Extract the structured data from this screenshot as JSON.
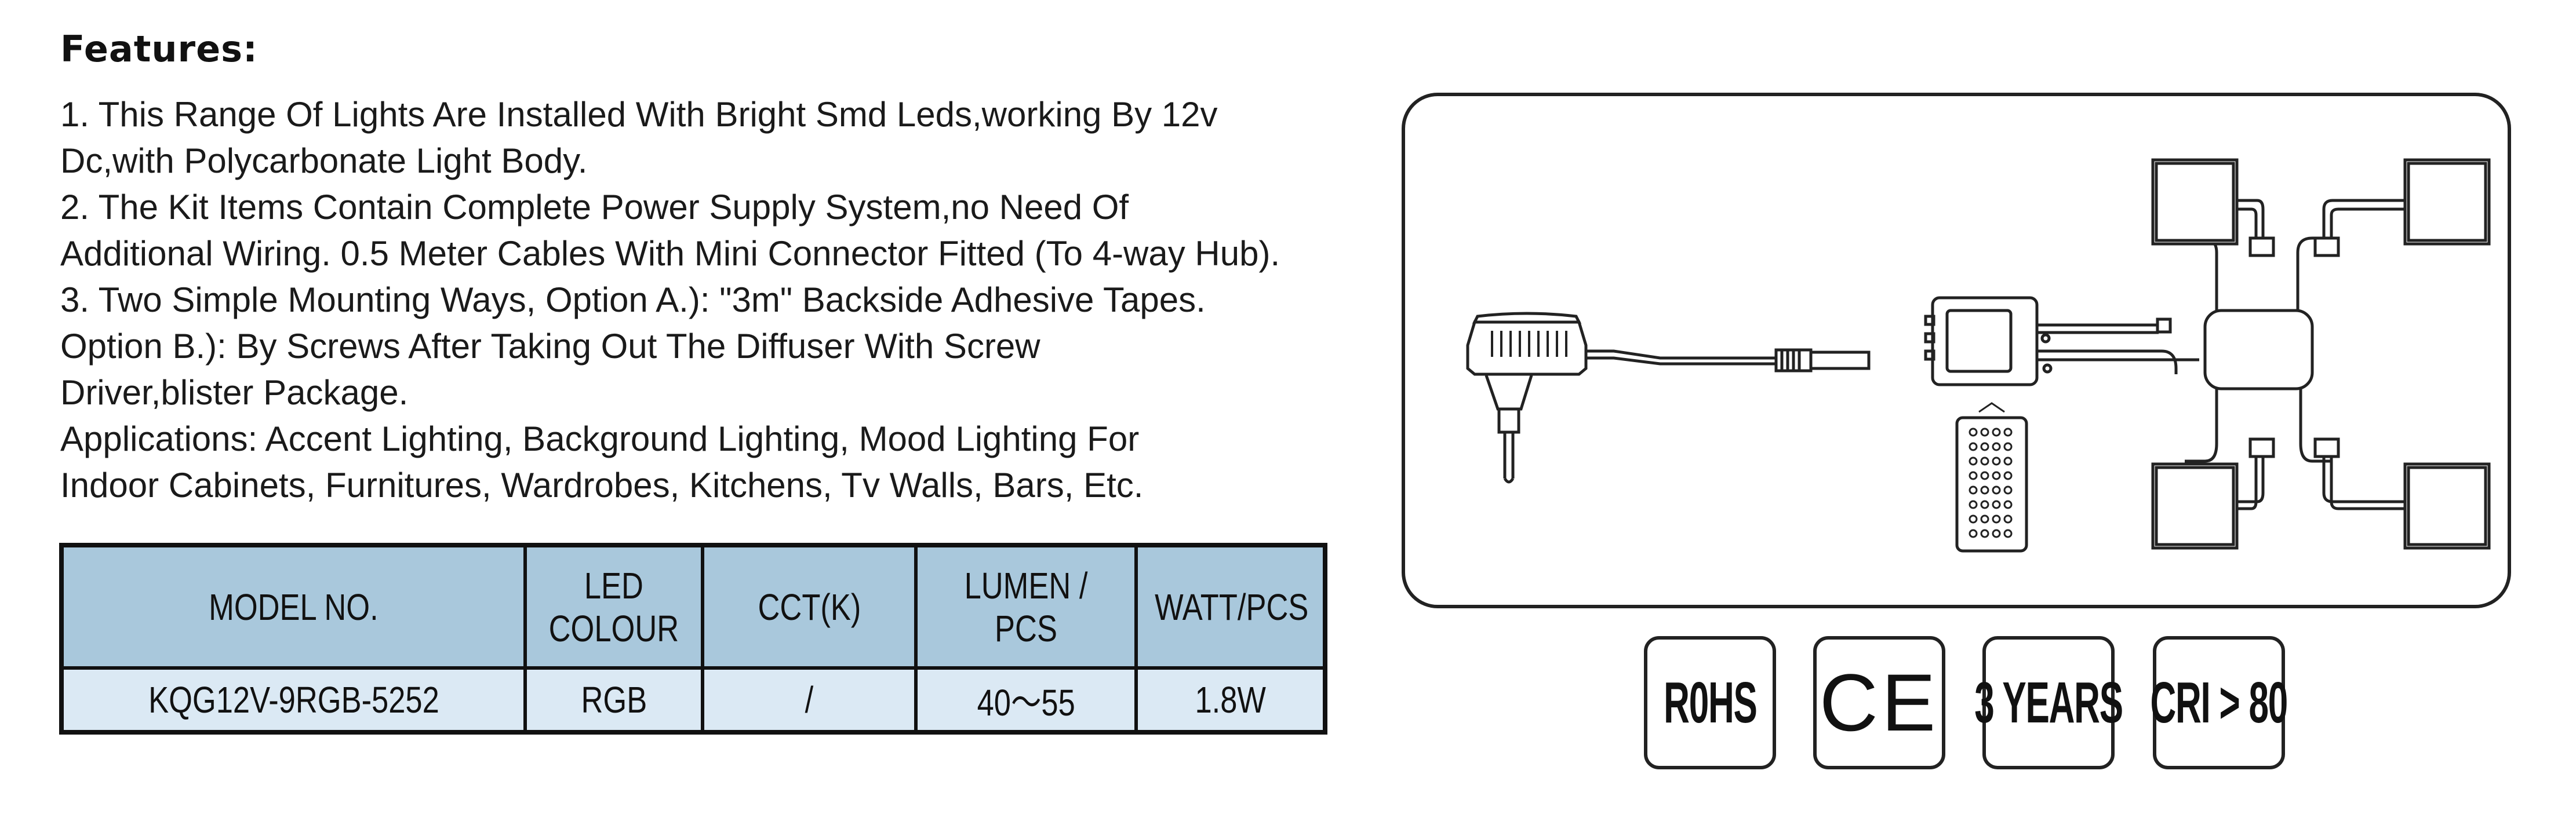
{
  "features": {
    "title": "Features:",
    "lines": [
      "1. This Range Of Lights Are Installed With Bright  Smd Leds,working By 12v",
      "Dc,with  Polycarbonate Light Body.",
      "2. The Kit Items Contain Complete Power Supply System,no Need Of",
      "Additional Wiring. 0.5 Meter Cables With Mini Connector Fitted (To 4-way Hub).",
      "3. Two Simple Mounting Ways, Option A.):   \"3m\" Backside Adhesive Tapes.",
      "Option B.):  By Screws After Taking Out The Diffuser With Screw",
      "Driver,blister Package.",
      "Applications: Accent Lighting, Background Lighting, Mood Lighting For",
      "Indoor Cabinets, Furnitures,  Wardrobes, Kitchens, Tv Walls, Bars, Etc."
    ]
  },
  "spec_table": {
    "headers": {
      "model": "MODEL NO.",
      "led_colour_line1": "LED",
      "led_colour_line2": "COLOUR",
      "cct": "CCT(K)",
      "lumen": "LUMEN / PCS",
      "watt": "WATT/PCS"
    },
    "row": {
      "model": "KQG12V-9RGB-5252",
      "led_colour": "RGB",
      "cct": "/",
      "lumen": "40～55",
      "watt": "1.8W"
    }
  },
  "badges": {
    "rohs": "R0HS",
    "ce": "CE",
    "warranty": "3 YEARS",
    "cri": "CRI > 80"
  },
  "colors": {
    "header_fill": "#a9c8dc",
    "row_fill": "#dbe9f4",
    "line": "#111111"
  }
}
